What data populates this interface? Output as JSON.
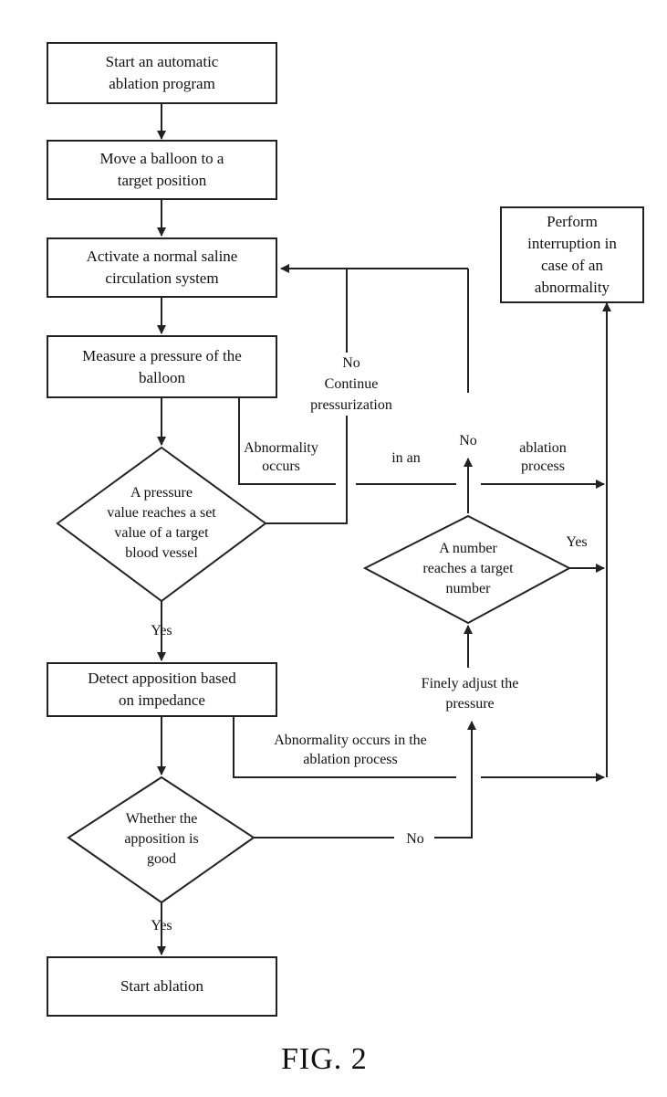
{
  "nodes": {
    "start_program": "Start an automatic\nablation program",
    "move_balloon": "Move a balloon to a\ntarget position",
    "activate_saline": "Activate a normal saline\ncirculation system",
    "measure_pressure": "Measure a pressure of the\nballoon",
    "pressure_decision": "A pressure\nvalue reaches a set\nvalue of a target\nblood vessel",
    "detect_apposition": "Detect apposition based\non impedance",
    "apposition_decision": "Whether the\napposition is\ngood",
    "start_ablation": "Start ablation",
    "perform_interruption": "Perform\ninterruption in\ncase of an\nabnormality",
    "number_decision": "A number\nreaches a target\nnumber",
    "finely_adjust": "Finely adjust the\npressure"
  },
  "edge_labels": {
    "no_continue": "No\nContinue\npressurization",
    "abnormality_1a": "Abnormality\noccurs",
    "abnormality_1b": "in an",
    "abnormality_1c": "ablation\nprocess",
    "no_top": "No",
    "yes_right": "Yes",
    "yes_1": "Yes",
    "abnormality_2": "Abnormality occurs in the\nablation process",
    "no_bottom": "No",
    "yes_2": "Yes"
  },
  "figure_label": "FIG. 2"
}
